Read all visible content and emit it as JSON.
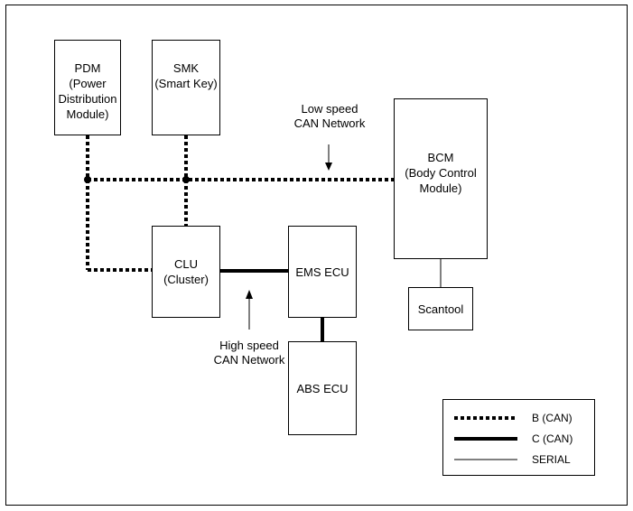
{
  "colors": {
    "line": "#000000",
    "background": "#ffffff"
  },
  "boxes": {
    "pdm": {
      "lines": [
        "PDM",
        "(Power",
        "Distribution",
        "Module)"
      ]
    },
    "smk": {
      "lines": [
        "SMK",
        "(Smart Key)"
      ]
    },
    "bcm": {
      "lines": [
        "BCM",
        "(Body Control",
        "Module)"
      ]
    },
    "clu": {
      "lines": [
        "CLU",
        "(Cluster)"
      ]
    },
    "ems": {
      "lines": [
        "EMS ECU"
      ]
    },
    "abs": {
      "lines": [
        "ABS ECU"
      ]
    },
    "scantool": {
      "lines": [
        "Scantool"
      ]
    }
  },
  "annotations": {
    "low_speed": [
      "Low speed",
      "CAN Network"
    ],
    "high_speed": [
      "High speed",
      "CAN Network"
    ]
  },
  "legend": {
    "items": [
      {
        "style": "dotted",
        "label": "B (CAN)"
      },
      {
        "style": "thick",
        "label": "C (CAN)"
      },
      {
        "style": "thin",
        "label": "SERIAL"
      }
    ]
  }
}
